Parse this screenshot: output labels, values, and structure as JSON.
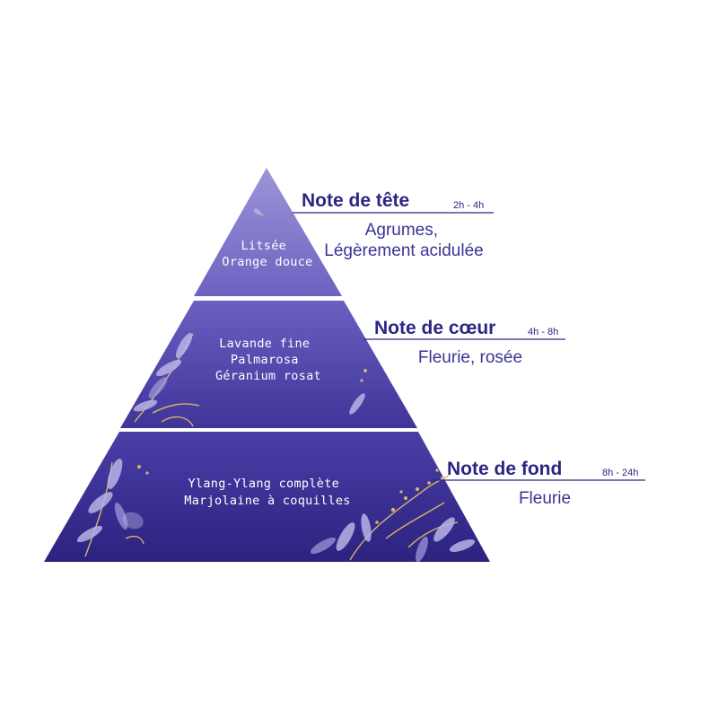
{
  "tiers": [
    {
      "ingredients": [
        "Litsée",
        "Orange douce"
      ],
      "note_title": "Note de tête",
      "duration": "2h - 4h",
      "description": [
        "Agrumes,",
        "Légèrement acidulée"
      ]
    },
    {
      "ingredients": [
        "Lavande fine",
        "Palmarosa",
        "Géranium rosat"
      ],
      "note_title": "Note de cœur",
      "duration": "4h - 8h",
      "description": [
        "Fleurie, rosée"
      ]
    },
    {
      "ingredients": [
        "Ylang-Ylang complète",
        "Marjolaine à coquilles"
      ],
      "note_title": "Note de fond",
      "duration": "8h - 24h",
      "description": [
        "Fleurie"
      ]
    }
  ],
  "colors": {
    "top_tier": [
      "#9d95d8",
      "#6b62c0"
    ],
    "middle_tier": [
      "#6a60c2",
      "#3f3599"
    ],
    "bottom_tier": [
      "#4a3fa7",
      "#2b2280"
    ],
    "accent_text": "#2c2683",
    "gold_accent": "#d8b36a"
  },
  "icons": [
    "leaf-sprig-icon",
    "gold-branch-icon"
  ]
}
